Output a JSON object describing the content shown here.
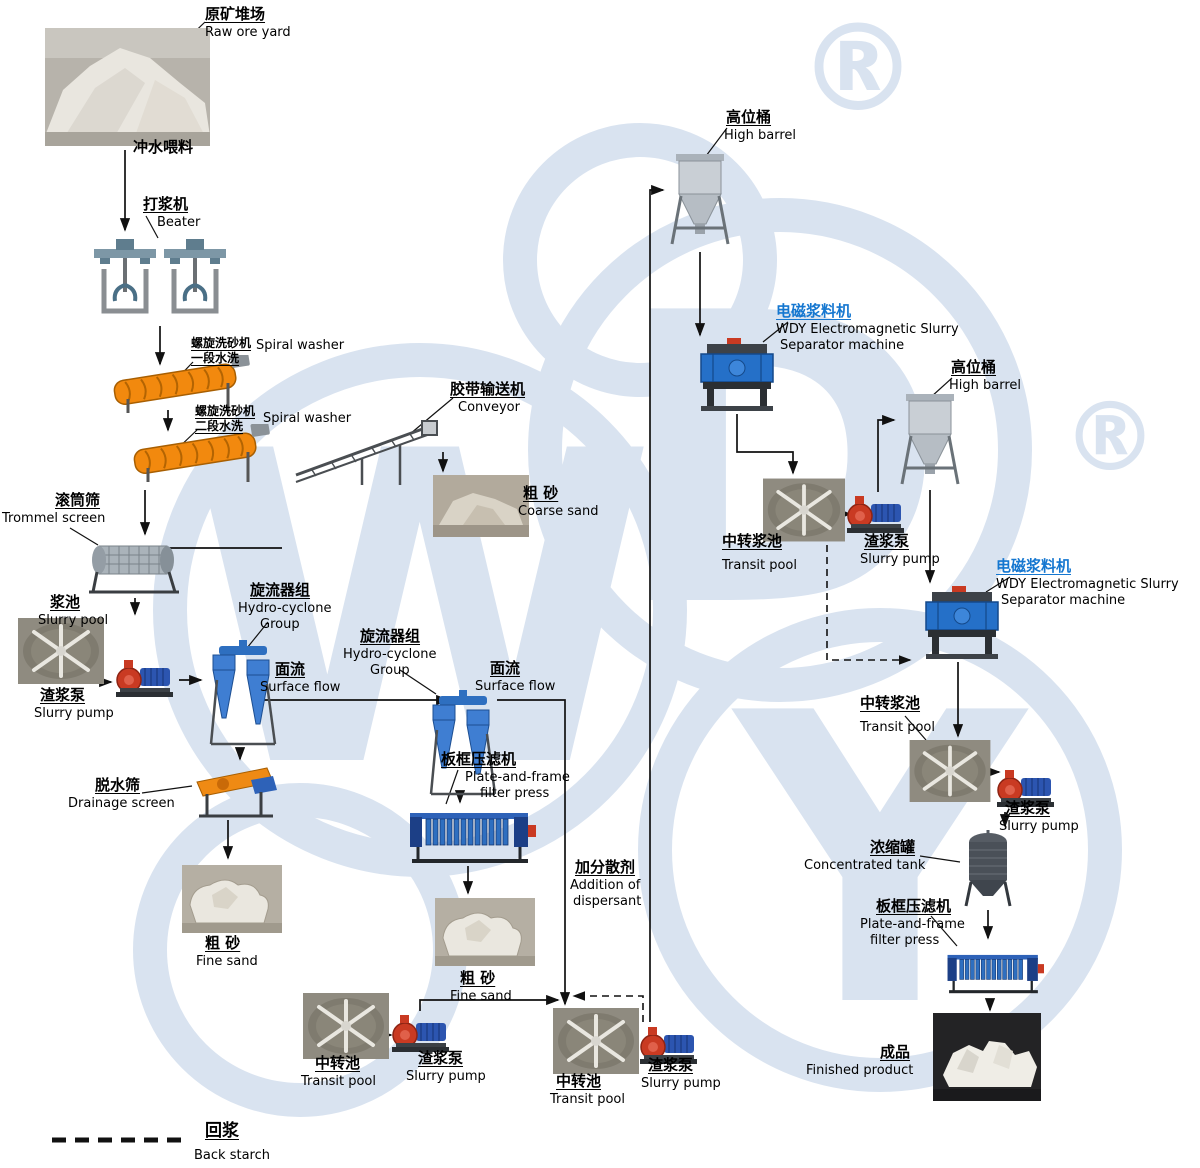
{
  "watermark": {
    "w": "W",
    "d": "D",
    "y": "Y",
    "reg": "®",
    "color": "#d2deec"
  },
  "legend": {
    "zh": "回浆",
    "en": "Back starch"
  },
  "colors": {
    "accent_blue": "#1577d0",
    "machine_orange": "#f2890e",
    "machine_blue": "#2e6fc0",
    "pump_red": "#c93a22",
    "line": "#111111",
    "watermark": "#d2deec"
  },
  "nodes": {
    "raw_ore": {
      "zh": "原矿堆场",
      "en": "Raw ore yard"
    },
    "feed": {
      "zh": "冲水喂料"
    },
    "beater": {
      "zh": "打浆机",
      "en": "Beater"
    },
    "spiral1": {
      "zh1": "螺旋洗砂机",
      "zh2": "一段水洗",
      "en": "Spiral washer"
    },
    "spiral2": {
      "zh1": "螺旋洗砂机",
      "zh2": "二段水洗",
      "en": "Spiral washer"
    },
    "conveyor": {
      "zh": "胶带输送机",
      "en": "Conveyor"
    },
    "coarse_sand": {
      "zh": "粗 砂",
      "en": "Coarse sand"
    },
    "trommel": {
      "zh": "滚筒筛",
      "en": "Trommel screen"
    },
    "slurry_pool": {
      "zh": "浆池",
      "en": "Slurry pool"
    },
    "slurry_pump1": {
      "zh": "渣浆泵",
      "en": "Slurry pump"
    },
    "cyclone1": {
      "zh": "旋流器组",
      "en1": "Hydro-cyclone",
      "en2": "Group"
    },
    "surface_flow1": {
      "zh": "面流",
      "en": "Surface flow"
    },
    "cyclone2": {
      "zh": "旋流器组",
      "en1": "Hydro-cyclone",
      "en2": "Group"
    },
    "surface_flow2": {
      "zh": "面流",
      "en": "Surface flow"
    },
    "filter_press1": {
      "zh": "板框压滤机",
      "en1": "Plate-and-frame",
      "en2": "filter press"
    },
    "drainage_screen": {
      "zh": "脱水筛",
      "en": "Drainage screen"
    },
    "fine_sand1": {
      "zh": "粗 砂",
      "en": "Fine sand"
    },
    "transit_pool_bl": {
      "zh": "中转池",
      "en": "Transit pool"
    },
    "slurry_pump_bl": {
      "zh": "渣浆泵",
      "en": "Slurry pump"
    },
    "fine_sand2": {
      "zh": "粗 砂",
      "en": "Fine sand"
    },
    "dispersant": {
      "zh": "加分散剂",
      "en1": "Addition of",
      "en2": "dispersant"
    },
    "transit_pool_bm": {
      "zh": "中转池",
      "en": "Transit pool"
    },
    "slurry_pump_bm": {
      "zh": "渣浆泵",
      "en": "Slurry pump"
    },
    "high_barrel1": {
      "zh": "高位桶",
      "en": "High barrel"
    },
    "separator1": {
      "zh": "电磁浆料机",
      "en1": "WDY Electromagnetic Slurry",
      "en2": "Separator machine"
    },
    "transit_pool_r1": {
      "zh": "中转浆池",
      "en": "Transit pool"
    },
    "slurry_pump_r1": {
      "zh": "渣浆泵",
      "en": "Slurry pump"
    },
    "high_barrel2": {
      "zh": "高位桶",
      "en": "High barrel"
    },
    "separator2": {
      "zh": "电磁浆料机",
      "en1": "WDY Electromagnetic Slurry",
      "en2": "Separator machine"
    },
    "transit_pool_r2": {
      "zh": "中转浆池",
      "en": "Transit pool"
    },
    "slurry_pump_r2": {
      "zh": "渣浆泵",
      "en": "Slurry pump"
    },
    "concentrated_tank": {
      "zh": "浓缩罐",
      "en": "Concentrated tank"
    },
    "filter_press2": {
      "zh": "板框压滤机",
      "en1": "Plate-and-frame",
      "en2": "filter press"
    },
    "finished_product": {
      "zh": "成品",
      "en": "Finished product"
    }
  }
}
